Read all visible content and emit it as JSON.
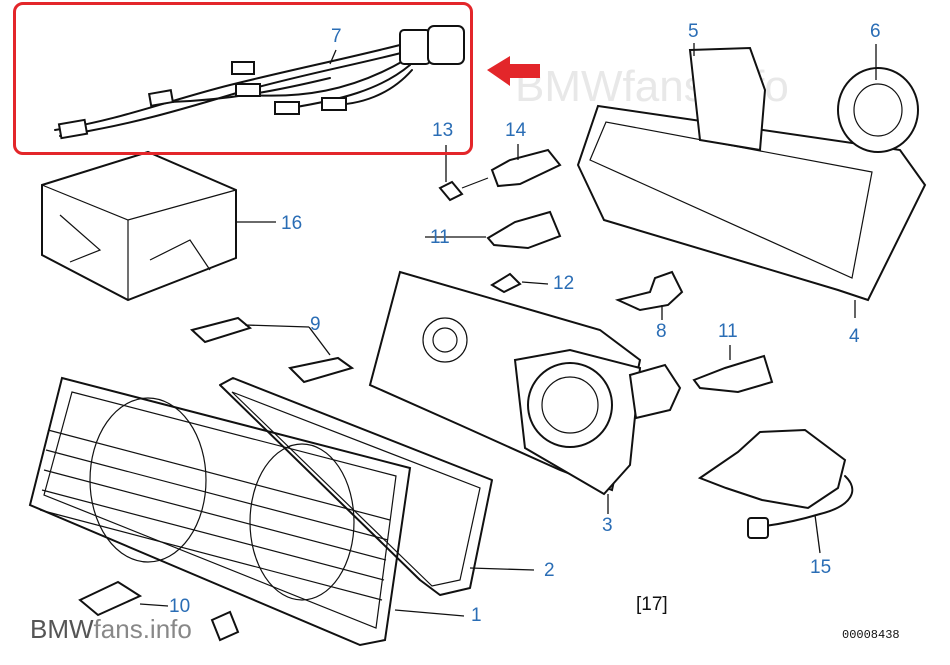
{
  "watermark": {
    "top_text": "BMWfans.info",
    "bottom_prefix": "BMW",
    "bottom_suffix": "fans.info"
  },
  "highlight": {
    "color": "#e3262a",
    "arrow_color": "#e3262a"
  },
  "callout_color": "#2a6db5",
  "callouts": [
    {
      "id": "1",
      "label": "1"
    },
    {
      "id": "2",
      "label": "2"
    },
    {
      "id": "3",
      "label": "3"
    },
    {
      "id": "4",
      "label": "4"
    },
    {
      "id": "5",
      "label": "5"
    },
    {
      "id": "6",
      "label": "6"
    },
    {
      "id": "7",
      "label": "7"
    },
    {
      "id": "8",
      "label": "8"
    },
    {
      "id": "9",
      "label": "9"
    },
    {
      "id": "10",
      "label": "10"
    },
    {
      "id": "11a",
      "label": "11"
    },
    {
      "id": "11b",
      "label": "11"
    },
    {
      "id": "12",
      "label": "12"
    },
    {
      "id": "13",
      "label": "13"
    },
    {
      "id": "14",
      "label": "14"
    },
    {
      "id": "15",
      "label": "15"
    },
    {
      "id": "16",
      "label": "16"
    }
  ],
  "part_17_text": "17",
  "reference_number": "00008438"
}
